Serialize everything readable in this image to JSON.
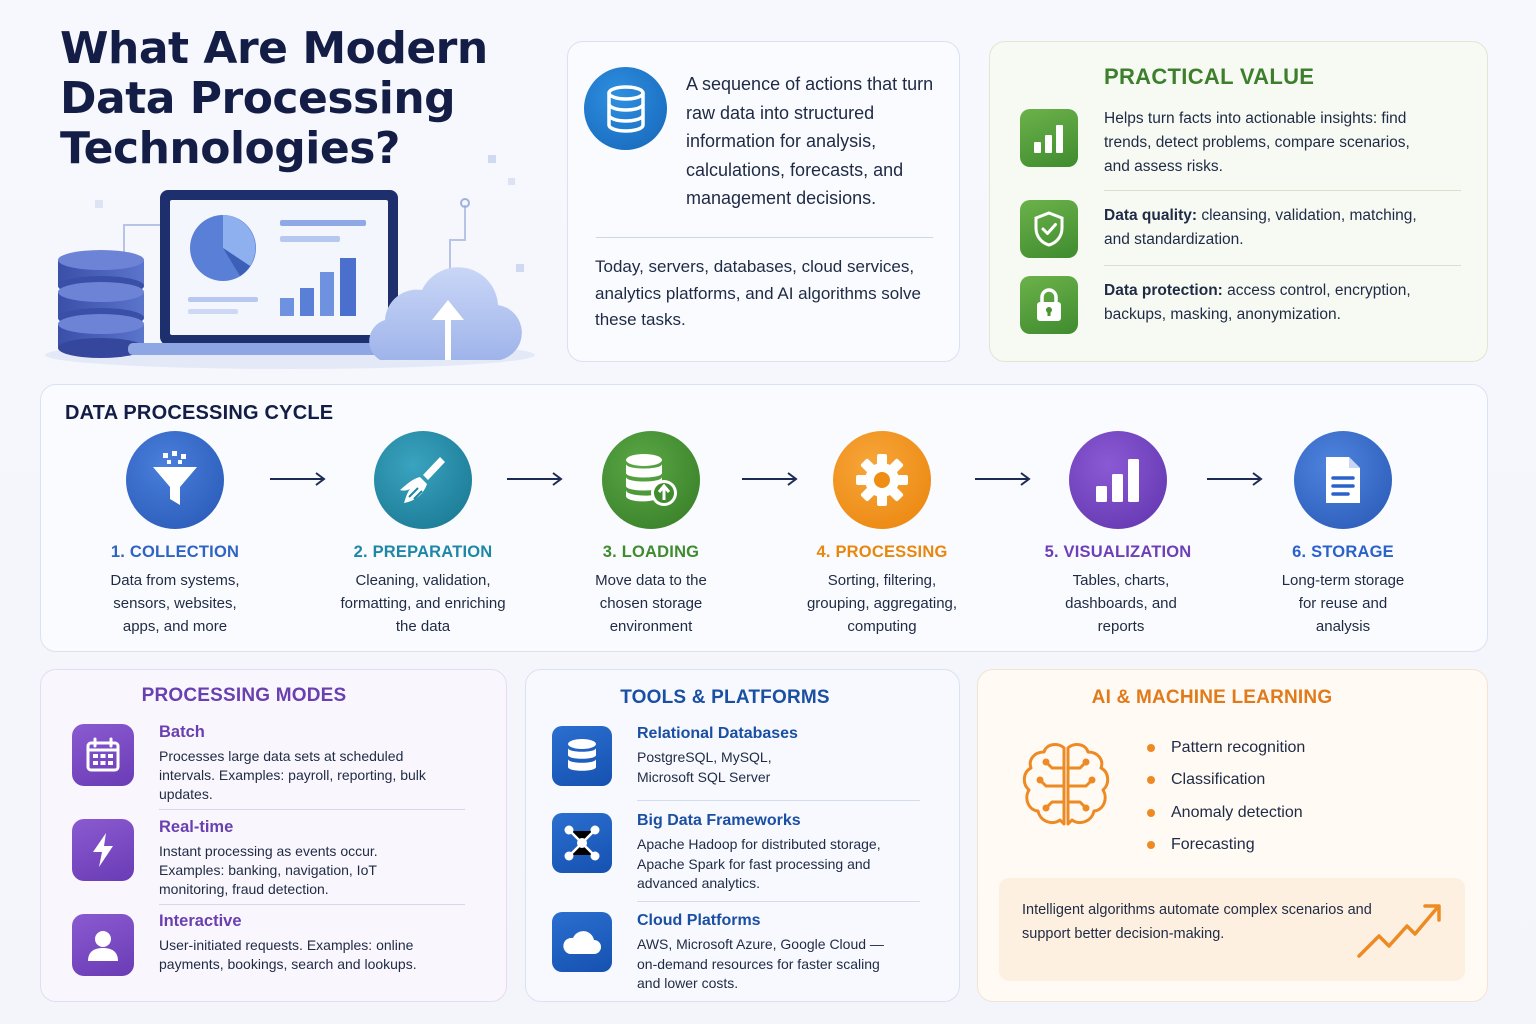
{
  "title": "What Are Modern Data Processing Technologies?",
  "definition": {
    "text": "A sequence of actions that turn raw data into structured information for analysis, calculations, forecasts, and management decisions.",
    "today": "Today, servers, databases, cloud services, analytics platforms, and AI algorithms solve these tasks.",
    "icon": "database-icon"
  },
  "practical_value": {
    "title": "PRACTICAL VALUE",
    "items": [
      {
        "icon": "bar-chart-icon",
        "label": "",
        "text": "Helps turn facts into actionable insights: find trends, detect problems, compare scenarios, and assess risks."
      },
      {
        "icon": "shield-check-icon",
        "label": "Data quality:",
        "text": " cleansing, validation, matching, and standardization."
      },
      {
        "icon": "lock-icon",
        "label": "Data protection:",
        "text": " access control, encryption, backups, masking, anonymization."
      }
    ]
  },
  "cycle": {
    "title": "DATA PROCESSING CYCLE",
    "steps": [
      {
        "num": "1.",
        "name": "COLLECTION",
        "desc": "Data from systems, sensors, websites, apps, and more",
        "color": "#2f64c4",
        "icon": "funnel-icon"
      },
      {
        "num": "2.",
        "name": "PREPARATION",
        "desc": "Cleaning, validation, formatting, and enriching the data",
        "color": "#1e87a8",
        "icon": "broom-icon"
      },
      {
        "num": "3.",
        "name": "LOADING",
        "desc": "Move data to the chosen storage environment",
        "color": "#3f8b2e",
        "icon": "database-upload-icon"
      },
      {
        "num": "4.",
        "name": "PROCESSING",
        "desc": "Sorting, filtering, grouping, aggregating, computing",
        "color": "#f0900f",
        "icon": "gear-icon"
      },
      {
        "num": "5.",
        "name": "VISUALIZATION",
        "desc": "Tables, charts, dashboards, and reports",
        "color": "#6d3fb8",
        "icon": "bar-chart-icon"
      },
      {
        "num": "6.",
        "name": "STORAGE",
        "desc": "Long-term storage for reuse and analysis",
        "color": "#2a62c9",
        "icon": "document-icon"
      }
    ]
  },
  "modes": {
    "title": "PROCESSING MODES",
    "items": [
      {
        "name": "Batch",
        "desc": "Processes large data sets at scheduled intervals. Examples: payroll, reporting, bulk updates.",
        "icon": "calendar-icon"
      },
      {
        "name": "Real-time",
        "desc": "Instant processing as events occur. Examples: banking, navigation, IoT monitoring, fraud detection.",
        "icon": "lightning-icon"
      },
      {
        "name": "Interactive",
        "desc": "User-initiated requests. Examples: online payments, bookings, search and lookups.",
        "icon": "user-icon"
      }
    ]
  },
  "tools": {
    "title": "TOOLS & PLATFORMS",
    "items": [
      {
        "name": "Relational Databases",
        "desc": "PostgreSQL, MySQL, Microsoft SQL Server",
        "icon": "database-icon"
      },
      {
        "name": "Big Data Frameworks",
        "desc": "Apache Hadoop for distributed storage, Apache Spark for fast processing and advanced analytics.",
        "icon": "network-icon"
      },
      {
        "name": "Cloud Platforms",
        "desc": "AWS, Microsoft Azure, Google Cloud — on-demand resources for faster scaling and lower costs.",
        "icon": "cloud-icon"
      }
    ]
  },
  "ai": {
    "title": "AI & MACHINE LEARNING",
    "items": [
      "Pattern recognition",
      "Classification",
      "Anomaly detection",
      "Forecasting"
    ],
    "note": "Intelligent algorithms automate complex scenarios and support better decision-making.",
    "icon": "brain-circuit-icon"
  }
}
